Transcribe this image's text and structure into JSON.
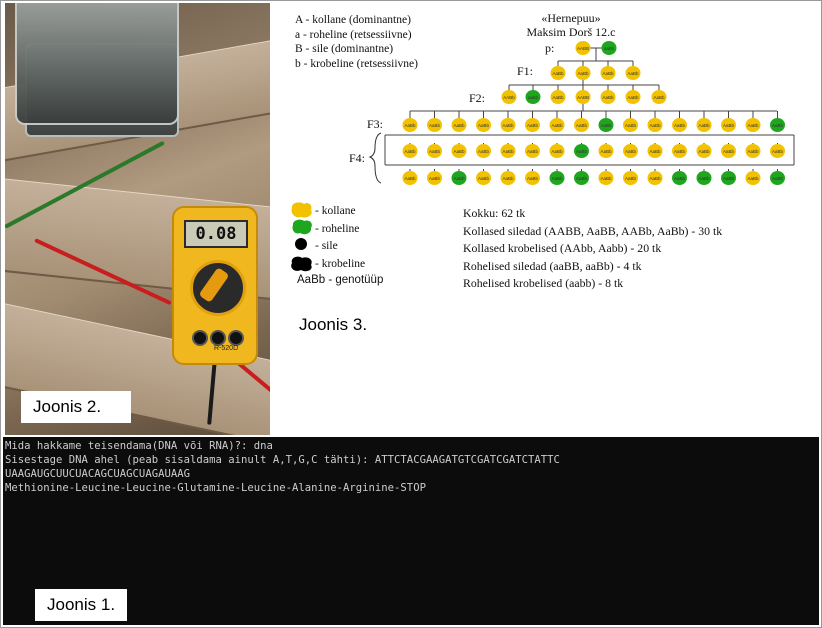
{
  "captions": {
    "fig1": "Joonis 1.",
    "fig2": "Joonis 2.",
    "fig3": "Joonis 3."
  },
  "multimeter": {
    "display": "0.08",
    "model": "R-520D"
  },
  "diagram": {
    "alleles": [
      "A - kollane (dominantne)",
      "a - roheline (retsessiivne)",
      "B - sile (dominantne)",
      "b - krobeline (retsessiivne)"
    ],
    "title_line1": "«Hernepuu»",
    "title_line2": "Maksim Dorš 12.c",
    "gen_labels": {
      "p": "p:",
      "f1": "F1:",
      "f2": "F2:",
      "f3": "F3:",
      "f4": "F4:"
    },
    "parent_genotypes": [
      "AABB",
      "aabb"
    ],
    "f1_genotypes": [
      "AaBb",
      "AaBb",
      "AaBb",
      "AaBb"
    ],
    "f2_genotypes": [
      "AABb",
      "aabb",
      "AaBb",
      "AABB",
      "AaBb",
      "AaBb",
      "AaBb"
    ],
    "legend": [
      {
        "label": "- kollane",
        "icon": "yellow-blob"
      },
      {
        "label": "- roheline",
        "icon": "green-blob"
      },
      {
        "label": "- sile",
        "icon": "black-dot"
      },
      {
        "label": "- krobeline",
        "icon": "black-blob"
      },
      {
        "label": "- genotüüp",
        "icon": "genotype-text",
        "sample": "AaBb"
      }
    ],
    "stats": [
      "Kokku: 62 tk",
      "Kollased siledad (AABB, AaBB, AABb, AaBb) - 30 tk",
      "Kollased krobelised (AAbb, Aabb) - 20 tk",
      "Rohelised siledad (aaBB, aaBb) - 4 tk",
      "Rohelised krobelised (aabb) - 8 tk"
    ],
    "colors": {
      "yellow": "#f2c200",
      "green": "#1fa61f",
      "line": "#444444"
    }
  },
  "terminal": {
    "lines": [
      "Mida hakkame teisendama(DNA või RNA)?: dna",
      "Sisestage DNA ahel (peab sisaldama ainult A,T,G,C tähti): ATTCTACGAAGATGTCGATCGATCTATTC",
      "UAAGAUGCUUCUACAGCUAGCUAGAUAAG",
      "Methionine-Leucine-Leucine-Glutamine-Leucine-Alanine-Arginine-STOP"
    ]
  }
}
